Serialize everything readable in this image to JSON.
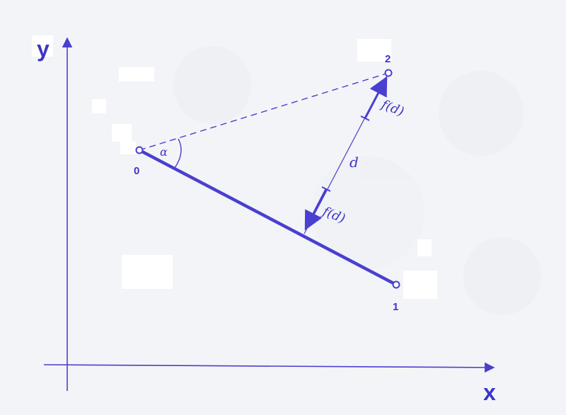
{
  "axes": {
    "y_label": "y",
    "x_label": "x"
  },
  "points": {
    "p0": "0",
    "p1": "1",
    "p2": "2"
  },
  "annotations": {
    "angle": "α",
    "distance": "d",
    "force_near_2": "f(d)",
    "force_near_line": "f(d)"
  },
  "colors": {
    "ink": "#4a3fd0",
    "paper": "#f3f4f7",
    "patch": "#ffffff"
  }
}
